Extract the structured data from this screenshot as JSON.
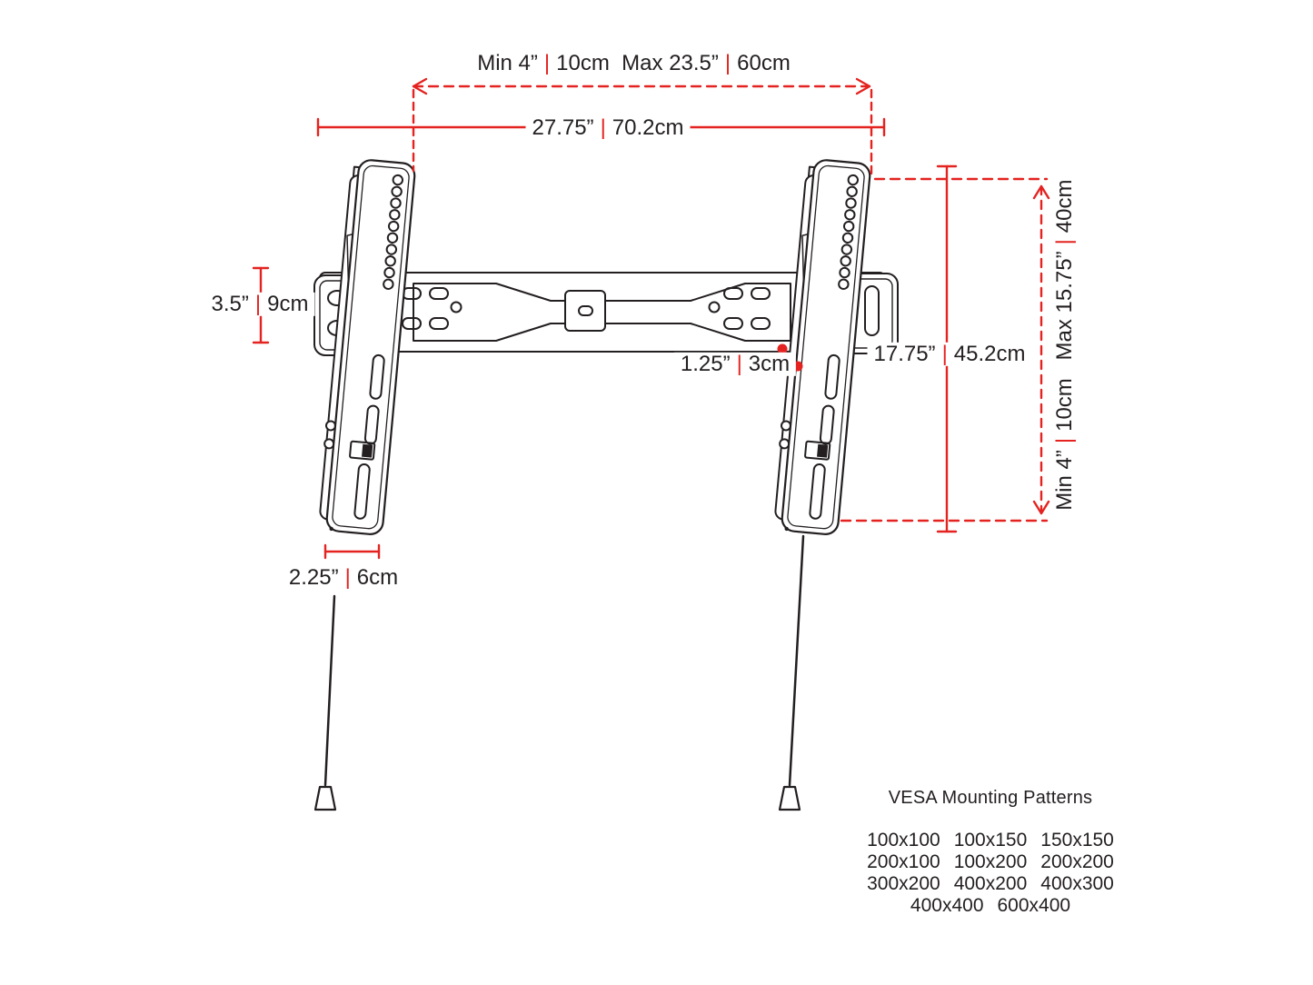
{
  "colors": {
    "accent_red": "#e42320",
    "line_ink": "#231f20"
  },
  "dimensions": {
    "top_min": {
      "inches": "Min 4”",
      "sep": "|",
      "cm": "10cm"
    },
    "top_max": {
      "inches": "Max 23.5”",
      "sep": "|",
      "cm": "60cm"
    },
    "width_total": {
      "inches": "27.75”",
      "sep": "|",
      "cm": "70.2cm"
    },
    "left_height": {
      "inches": "3.5”",
      "sep": "|",
      "cm": "9cm"
    },
    "center_offset": {
      "inches": "1.25”",
      "sep": "|",
      "cm": "3cm"
    },
    "plate_height": {
      "inches": "17.75”",
      "sep": "|",
      "cm": "45.2cm"
    },
    "side_max": {
      "inches": "Max 15.75”",
      "sep": "|",
      "cm": "40cm"
    },
    "side_min": {
      "inches": "Min 4”",
      "sep": "|",
      "cm": "10cm"
    },
    "foot_width": {
      "inches": "2.25”",
      "sep": "|",
      "cm": "6cm"
    }
  },
  "vesa": {
    "title": "VESA Mounting Patterns",
    "rows": [
      [
        "100x100",
        "100x150",
        "150x150"
      ],
      [
        "200x100",
        "100x200",
        "200x200"
      ],
      [
        "300x200",
        "400x200",
        "400x300"
      ],
      [
        "400x400",
        "600x400"
      ]
    ]
  }
}
